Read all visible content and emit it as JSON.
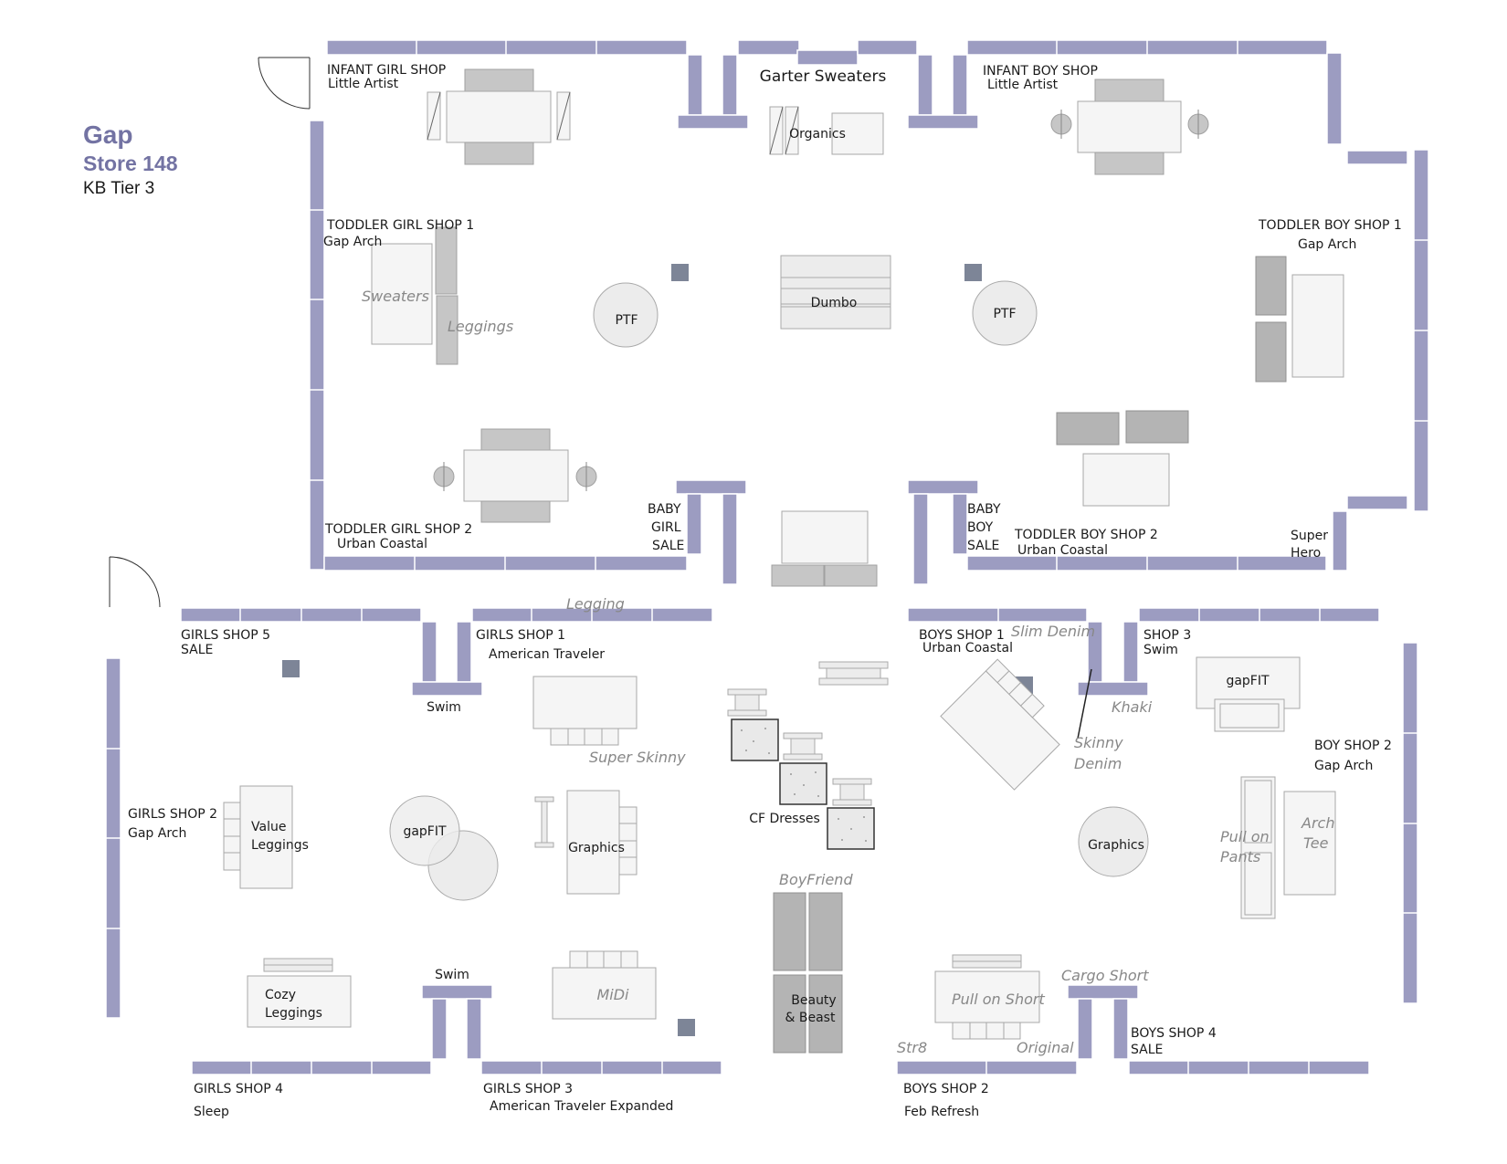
{
  "header": {
    "brand": "Gap",
    "store": "Store 148",
    "tier": "KB Tier 3"
  },
  "colors": {
    "wall": "#9c9cc1",
    "fixture": "#f5f5f5",
    "grey": "#c6c6c6",
    "column": "#7d8597",
    "italic_label": "#888888"
  },
  "zones": {
    "infant_girl": {
      "title": "INFANT GIRL SHOP",
      "sub": "Little Artist"
    },
    "garter": {
      "title": "Garter Sweaters"
    },
    "organics": {
      "title": "Organics"
    },
    "infant_boy": {
      "title": "INFANT BOY SHOP",
      "sub": "Little Artist"
    },
    "toddler_girl_1": {
      "title": "TODDLER GIRL SHOP 1",
      "sub": "Gap Arch"
    },
    "toddler_boy_1": {
      "title": "TODDLER BOY SHOP 1",
      "sub": "Gap Arch"
    },
    "toddler_girl_2": {
      "title": "TODDLER GIRL SHOP 2",
      "sub": "Urban Coastal"
    },
    "toddler_boy_2": {
      "title": "TODDLER BOY SHOP 2",
      "sub": "Urban Coastal"
    },
    "baby_girl_sale": {
      "l1": "BABY",
      "l2": "GIRL",
      "l3": "SALE"
    },
    "baby_boy_sale": {
      "l1": "BABY",
      "l2": "BOY",
      "l3": "SALE"
    },
    "super_hero": {
      "l1": "Super",
      "l2": "Hero"
    },
    "girls_5": {
      "title": "GIRLS SHOP 5",
      "sub": "SALE"
    },
    "girls_1": {
      "title": "GIRLS SHOP 1",
      "sub": "American Traveler"
    },
    "girls_2": {
      "title": "GIRLS SHOP 2",
      "sub": "Gap Arch"
    },
    "girls_3": {
      "title": "GIRLS SHOP 3",
      "sub": "American Traveler Expanded"
    },
    "girls_4": {
      "title": "GIRLS SHOP 4",
      "sub": "Sleep"
    },
    "boys_1": {
      "title": "BOYS SHOP 1",
      "sub": "Urban Coastal"
    },
    "shop_3": {
      "title": "SHOP 3",
      "sub": "Swim"
    },
    "boy_2": {
      "title": "BOY SHOP 2",
      "sub": "Gap Arch"
    },
    "boys_2": {
      "title": "BOYS SHOP 2",
      "sub": "Feb Refresh"
    },
    "boys_4": {
      "title": "BOYS SHOP 4",
      "sub": "SALE"
    }
  },
  "fixtures": {
    "sweaters": "Sweaters",
    "leggings": "Leggings",
    "ptf": "PTF",
    "dumbo": "Dumbo",
    "legging": "Legging",
    "slim_denim": "Slim Denim",
    "swim": "Swim",
    "super_skinny": "Super Skinny",
    "gapfit": "gapFIT",
    "value_leggings_1": "Value",
    "value_leggings_2": "Leggings",
    "graphics": "Graphics",
    "cf_dresses": "CF Dresses",
    "khaki": "Khaki",
    "skinny_denim_1": "Skinny",
    "skinny_denim_2": "Denim",
    "pull_on_pants_1": "Pull on",
    "pull_on_pants_2": "Pants",
    "arch_tee_1": "Arch",
    "arch_tee_2": "Tee",
    "boyfriend": "BoyFriend",
    "beauty_1": "Beauty",
    "beauty_2": "& Beast",
    "cozy_1": "Cozy",
    "cozy_2": "Leggings",
    "midi": "MiDi",
    "pull_on_short": "Pull on Short",
    "cargo_short": "Cargo Short",
    "str8": "Str8",
    "original": "Original"
  }
}
